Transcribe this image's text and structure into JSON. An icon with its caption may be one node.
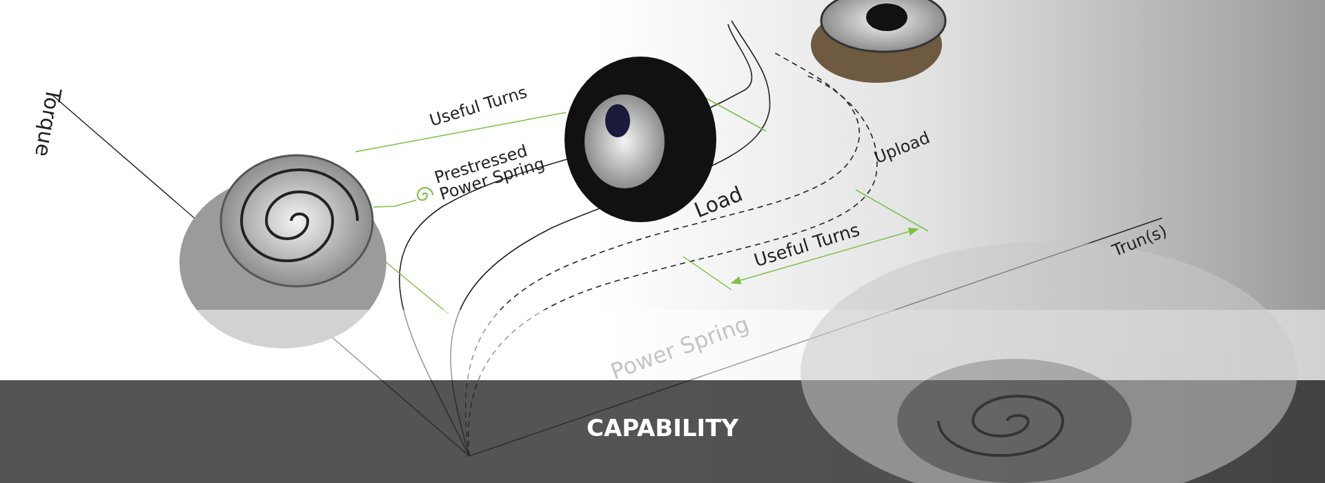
{
  "diagram": {
    "title": "CAPABILITY",
    "nodes": [
      {
        "text": [
          "Prestressed Power Spring"
        ]
      },
      {
        "text": [],
        "shape": "picture"
      }
    ],
    "edges": [
      {
        "from": 0,
        "to": 1,
        "arrow": "none"
      }
    ],
    "labels": [
      "Torque",
      "Useful Turns",
      "Upload",
      "Load",
      "Useful Turns",
      "Trun(s)",
      "Power Spring"
    ]
  }
}
